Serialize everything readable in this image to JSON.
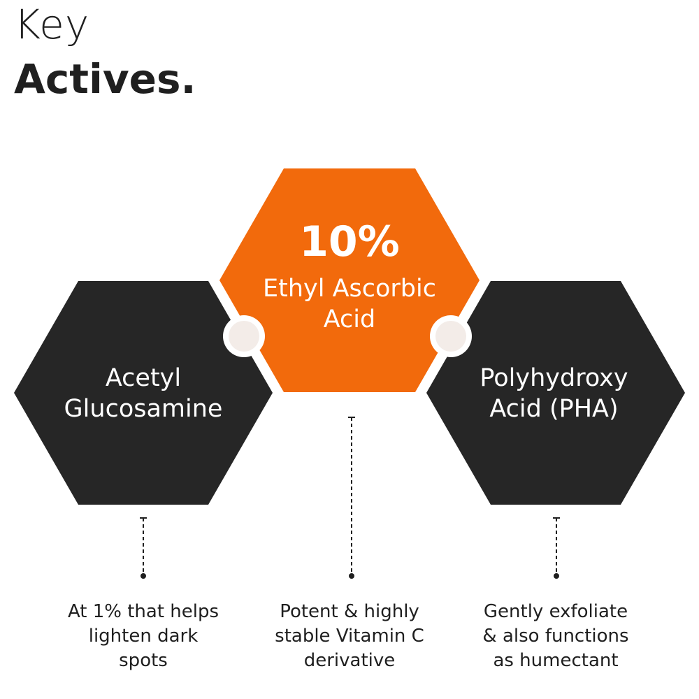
{
  "title": {
    "line1": "Key",
    "line2": "Actives."
  },
  "colors": {
    "dark_hex": "#262626",
    "accent_hex": "#f26a0c",
    "connector_circle": "#f3ece8"
  },
  "actives": {
    "left": {
      "name_line1": "Acetyl",
      "name_line2": "Glucosamine",
      "desc_line1": "At 1% that helps",
      "desc_line2": "lighten dark",
      "desc_line3": "spots"
    },
    "center": {
      "percent": "10%",
      "name_line1": "Ethyl Ascorbic",
      "name_line2": "Acid",
      "desc_line1": "Potent & highly",
      "desc_line2": "stable Vitamin C",
      "desc_line3": "derivative"
    },
    "right": {
      "name_line1": "Polyhydroxy",
      "name_line2": "Acid (PHA)",
      "desc_line1": "Gently exfoliate",
      "desc_line2": "& also functions",
      "desc_line3": "as humectant"
    }
  }
}
